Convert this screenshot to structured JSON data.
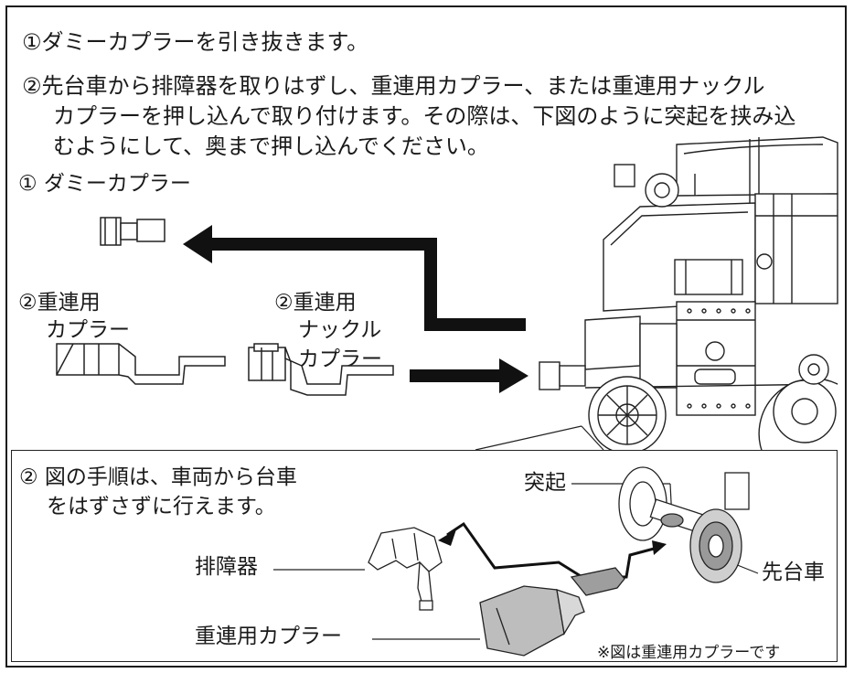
{
  "steps": {
    "step1": "①ダミーカプラーを引き抜きます。",
    "step2_line1": "②先台車から排障器を取りはずし、重連用カプラー、または重連用ナックル",
    "step2_line2": "カプラーを押し込んで取り付けます。その際は、下図のように突起を挟み込",
    "step2_line3": "むようにして、奥まで押し込んでください。"
  },
  "labels": {
    "dummy_coupler": "① ダミーカプラー",
    "double_coupler_line1": "②重連用",
    "double_coupler_line2": "カプラー",
    "knuckle_line1": "②重連用",
    "knuckle_line2": "ナックル",
    "knuckle_line3": "カプラー"
  },
  "inset": {
    "note_line1": "② 図の手順は、車両から台車",
    "note_line2": "をはずさずに行えます。",
    "protrusion": "突起",
    "pilot": "排障器",
    "front_truck": "先台車",
    "double_coupler": "重連用カプラー",
    "footnote": "※図は重連用カプラーです"
  }
}
